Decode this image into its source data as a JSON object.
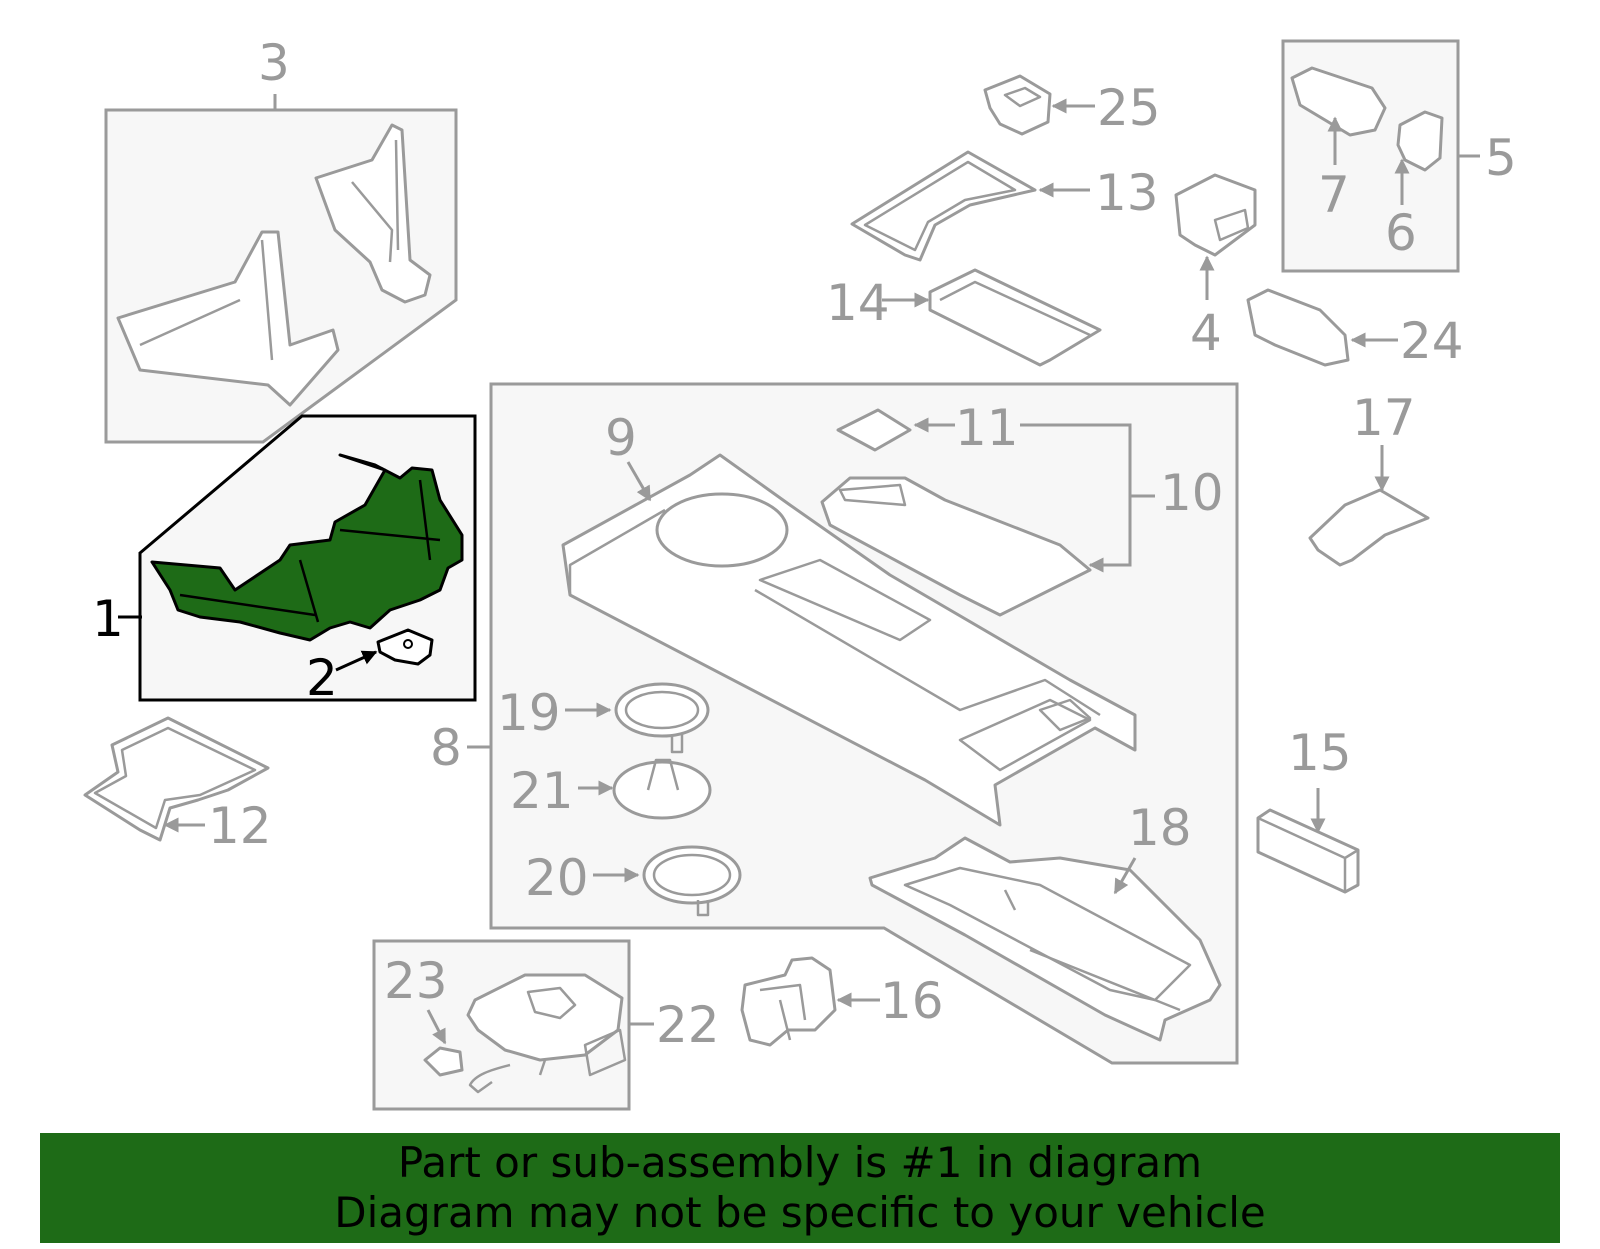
{
  "callouts": {
    "c1": "1",
    "c2": "2",
    "c3": "3",
    "c4": "4",
    "c5": "5",
    "c6": "6",
    "c7": "7",
    "c8": "8",
    "c9": "9",
    "c10": "10",
    "c11": "11",
    "c12": "12",
    "c13": "13",
    "c14": "14",
    "c15": "15",
    "c16": "16",
    "c17": "17",
    "c18": "18",
    "c19": "19",
    "c20": "20",
    "c21": "21",
    "c22": "22",
    "c23": "23",
    "c24": "24",
    "c25": "25"
  },
  "highlight": {
    "part_number": "1",
    "color": "#1e6b17"
  },
  "banner": {
    "line1": "Part or sub-assembly is #1 in diagram",
    "line2": "Diagram may not be specific to your vehicle",
    "background": "#1e6b17"
  },
  "colors": {
    "line": "#9a9a9a",
    "box_fill": "#f7f7f7",
    "highlight_outline": "#000000"
  }
}
